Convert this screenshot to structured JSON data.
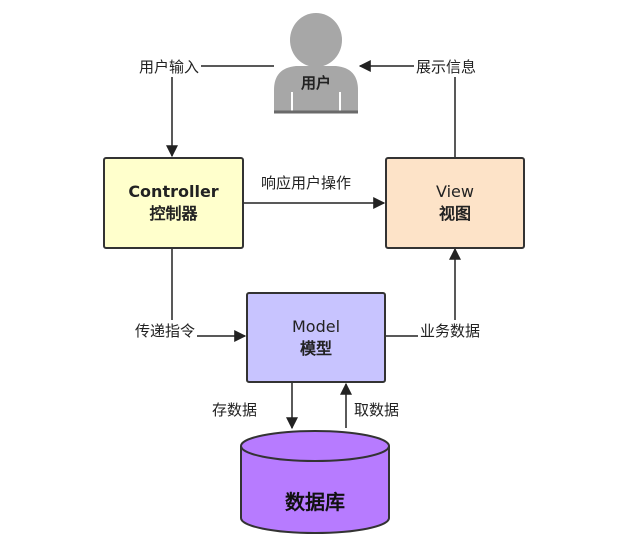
{
  "user": {
    "label": "用户"
  },
  "controller": {
    "title": "Controller",
    "subtitle": "控制器",
    "color": "#ffffcc"
  },
  "view": {
    "title": "View",
    "subtitle": "视图",
    "color": "#fde3c8"
  },
  "model": {
    "title": "Model",
    "subtitle": "模型",
    "color": "#c8c4ff"
  },
  "database": {
    "label": "数据库",
    "color": "#b77bff"
  },
  "edges": {
    "user_input": "用户输入",
    "show_info": "展示信息",
    "respond_user_action": "响应用户操作",
    "pass_command": "传递指令",
    "business_data": "业务数据",
    "store_data": "存数据",
    "fetch_data": "取数据"
  },
  "colors": {
    "stroke": "#333333",
    "user_gray": "#a7a7a7"
  }
}
